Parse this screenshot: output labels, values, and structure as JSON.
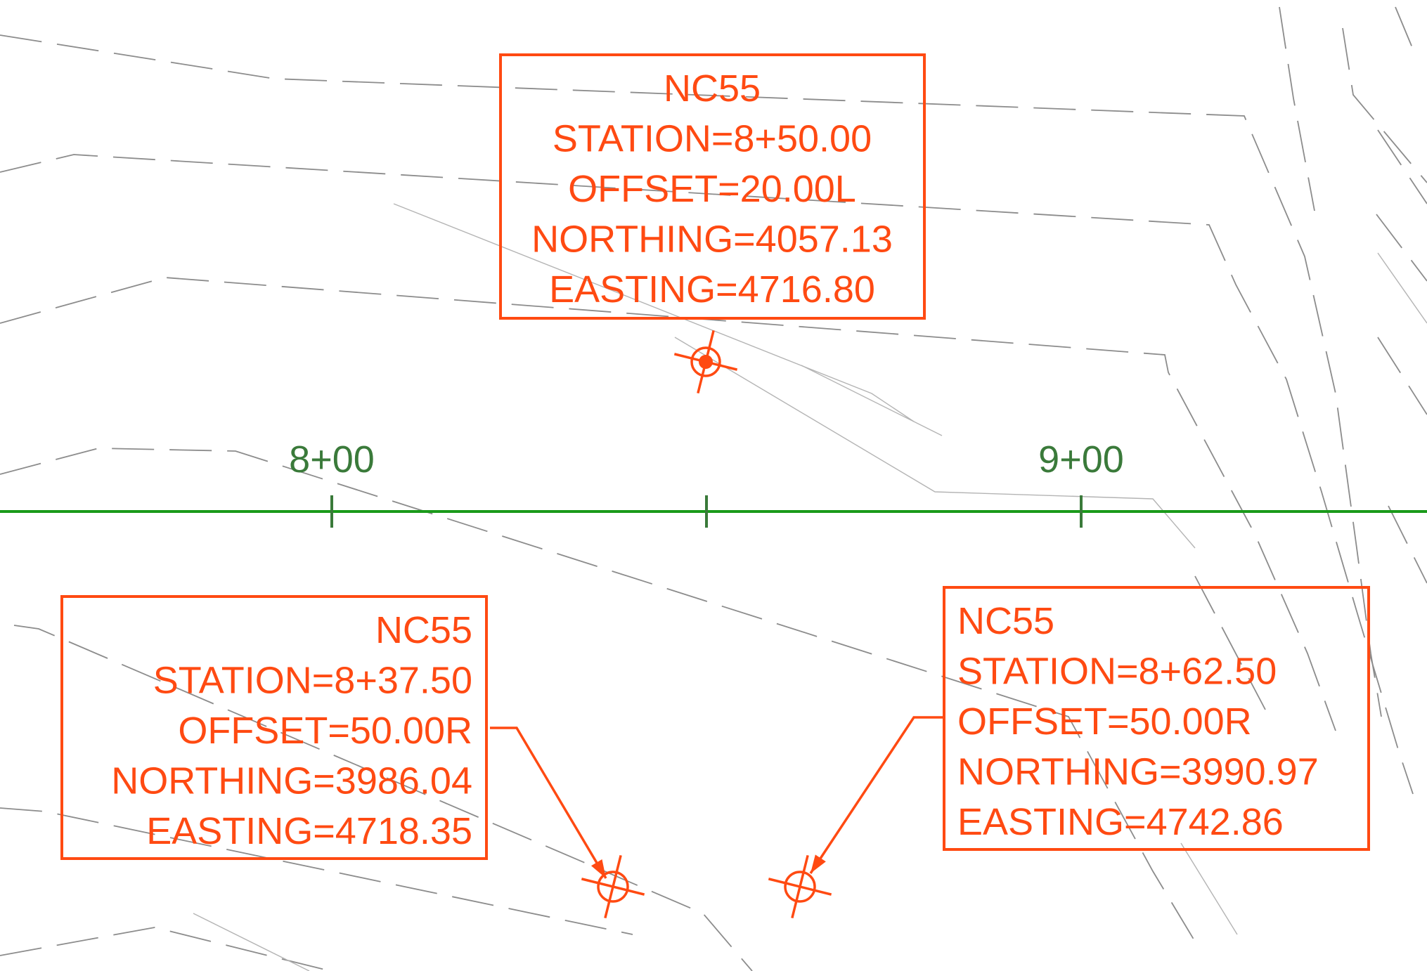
{
  "alignment": {
    "color": "#1a9a1a",
    "label_color": "#3a7a3a",
    "stations": [
      {
        "label": "8+00"
      },
      {
        "label": ""
      },
      {
        "label": "9+00"
      }
    ]
  },
  "label_color": "#ff4a12",
  "point_labels": [
    {
      "lines": [
        "NC55",
        "STATION=8+50.00",
        "OFFSET=20.00L",
        "NORTHING=4057.13",
        "EASTING=4716.80"
      ]
    },
    {
      "lines": [
        "NC55",
        "STATION=8+37.50",
        "OFFSET=50.00R",
        "NORTHING=3986.04",
        "EASTING=4718.35"
      ]
    },
    {
      "lines": [
        "NC55",
        "STATION=8+62.50",
        "OFFSET=50.00R",
        "NORTHING=3990.97",
        "EASTING=4742.86"
      ]
    }
  ]
}
